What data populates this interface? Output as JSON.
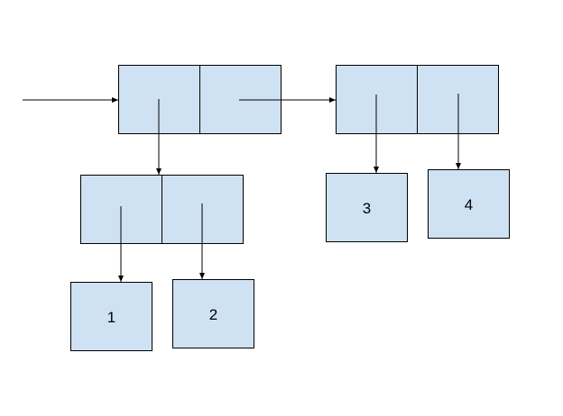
{
  "colors": {
    "cell_fill": "#cfe2f3",
    "stroke": "#000000",
    "background": "#ffffff"
  },
  "leaves": {
    "leaf1": "1",
    "leaf2": "2",
    "leaf3": "3",
    "leaf4": "4"
  }
}
